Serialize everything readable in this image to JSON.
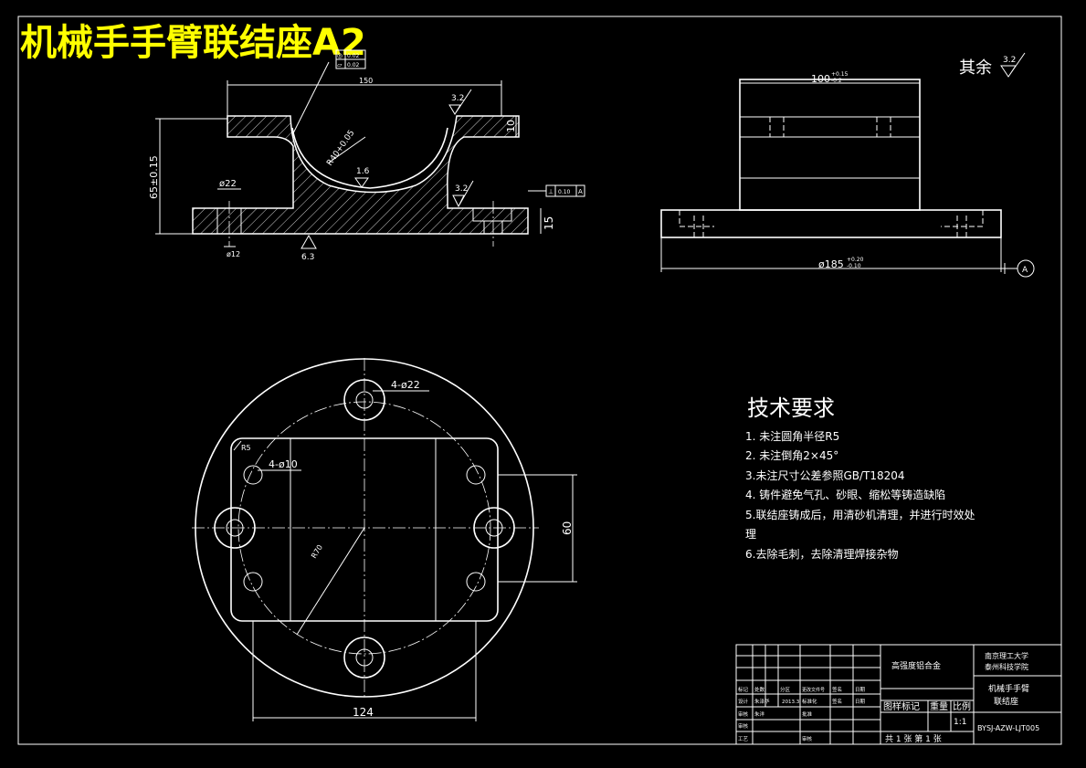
{
  "drawing_title": "机械手手臂联结座A2",
  "remaining_roughness": {
    "label": "其余",
    "value": "3.2"
  },
  "front_view": {
    "dim_width": "150",
    "dim_height": "65±0.15",
    "dim_thickness_top": "10",
    "dim_base": "15",
    "dim_bore": "R40+0.05",
    "dim_hole": "ø22",
    "dim_small_hole": "ø12",
    "roughness_top": "3.2",
    "roughness_bore": "1.6",
    "roughness_base_right": "3.2",
    "roughness_bottom": "6.3",
    "tol_frame_top_a": "◎",
    "tol_frame_top_b": "0.02",
    "tol_frame_top_c": "▱",
    "tol_frame_top_d": "0.02",
    "tol_frame_base_a": "⊥",
    "tol_frame_base_b": "0.10",
    "tol_frame_base_c": "A"
  },
  "side_view": {
    "dim_width": "100",
    "dim_width_tol_up": "+0.15",
    "dim_width_tol_dn": "-0.2",
    "dim_diameter": "ø185",
    "dim_diameter_tol_up": "+0.20",
    "dim_diameter_tol_dn": "-0.10",
    "datum": "A"
  },
  "top_view": {
    "dim_holes_large": "4-ø22",
    "dim_holes_small": "4-ø10",
    "dim_radius_small": "R5",
    "dim_radius_bore": "R70",
    "dim_height": "60",
    "dim_width": "124"
  },
  "tech_requirements": {
    "title": "技术要求",
    "items": [
      "1. 未注圆角半径R5",
      "2. 未注倒角2×45°",
      "3.未注尺寸公差参照GB/T18204",
      "4. 铸件避免气孔、砂眼、缩松等铸造缺陷",
      "5.联结座铸成后，用清砂机清理，并进行时效处",
      "理",
      "6.去除毛刺，去除清理焊接杂物"
    ]
  },
  "title_block": {
    "material": "高强度铝合金",
    "school_line1": "南京理工大学",
    "school_line2": "泰州科技学院",
    "part_name_line1": "机械手手臂",
    "part_name_line2": "联结座",
    "drawing_no": "BYSJ-AZW-LJT005",
    "stage_label": "图样标记",
    "weight_label": "重量",
    "scale_label": "比例",
    "scale_value": "1:1",
    "sheets": "共 1 张  第 1 张",
    "rev_labels": [
      "标记",
      "处数",
      "分区",
      "更改文件号",
      "签名",
      "日期"
    ],
    "design_label": "设计",
    "designer": "朱泽华",
    "design_date": "2013.3",
    "std_label": "标准化",
    "check_label": "审核",
    "check_person": "朱洋",
    "approve_label": "批准",
    "process_label": "工艺",
    "craft_label": "审核",
    "sign_label": "签名",
    "date_label": "日期"
  }
}
